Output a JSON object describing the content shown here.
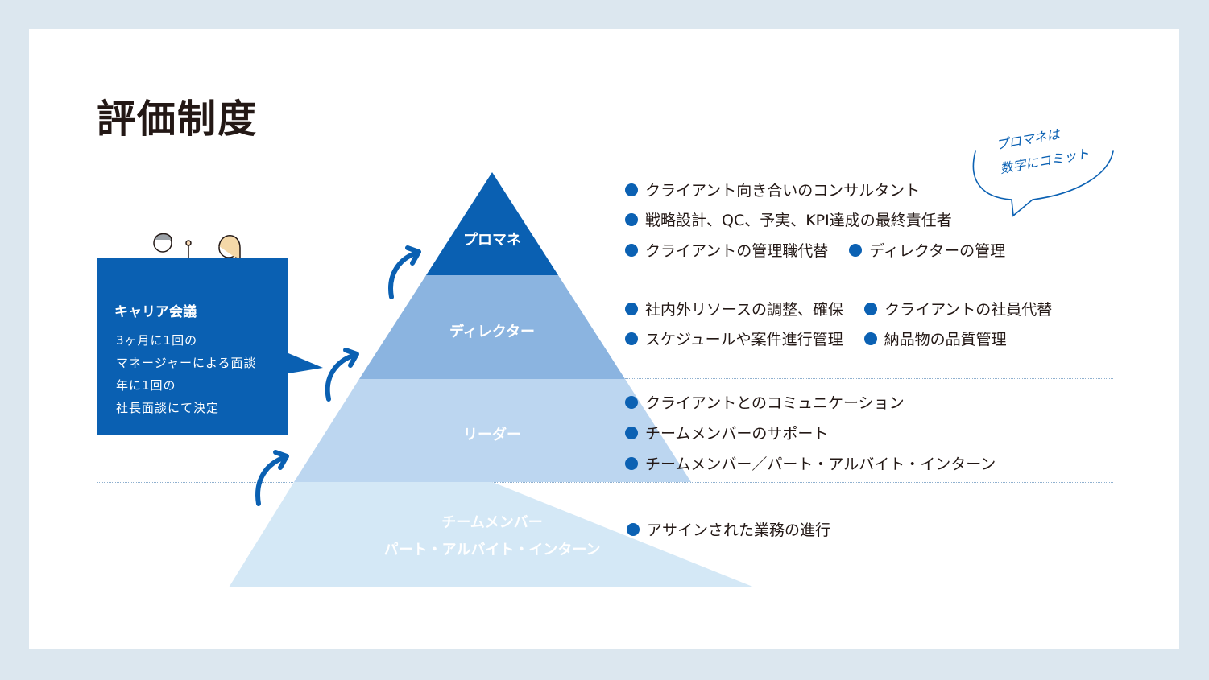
{
  "title": "評価制度",
  "colors": {
    "background": "#dce7ef",
    "accent": "#0b61b3",
    "tier1": "#0a60b2",
    "tier2": "#8bb4e0",
    "tier3": "#bcd6f0",
    "tier4": "#d4e8f6"
  },
  "pyramid": {
    "tiers": [
      {
        "label_lines": [
          "プロマネ"
        ]
      },
      {
        "label_lines": [
          "ディレクター"
        ]
      },
      {
        "label_lines": [
          "リーダー"
        ]
      },
      {
        "label_lines": [
          "チームメンバー",
          "パート・アルバイト・インターン"
        ]
      }
    ]
  },
  "responsibilities": {
    "promane": [
      [
        "クライアント向き合いのコンサルタント"
      ],
      [
        "戦略設計、QC、予実、KPI達成の最終責任者"
      ],
      [
        "クライアントの管理職代替",
        "ディレクターの管理"
      ]
    ],
    "director": [
      [
        "社内外リソースの調整、確保",
        "クライアントの社員代替"
      ],
      [
        "スケジュールや案件進行管理",
        "納品物の品質管理"
      ]
    ],
    "leader": [
      [
        "クライアントとのコミュニケーション"
      ],
      [
        "チームメンバーのサポート"
      ],
      [
        "チームメンバー／パート・アルバイト・インターン"
      ]
    ],
    "member": [
      [
        "アサインされた業務の進行"
      ]
    ]
  },
  "career": {
    "title": "キャリア会議",
    "lines": [
      "3ヶ月に1回の",
      "マネージャーによる面談",
      "年に1回の",
      "社長面談にて決定"
    ]
  },
  "note": {
    "lines": [
      "プロマネは",
      "数字にコミット"
    ]
  },
  "icons": {
    "illustration": "two-people-talking-icon",
    "arrow": "curved-arrow-icon",
    "bubble": "speech-bubble-icon"
  }
}
